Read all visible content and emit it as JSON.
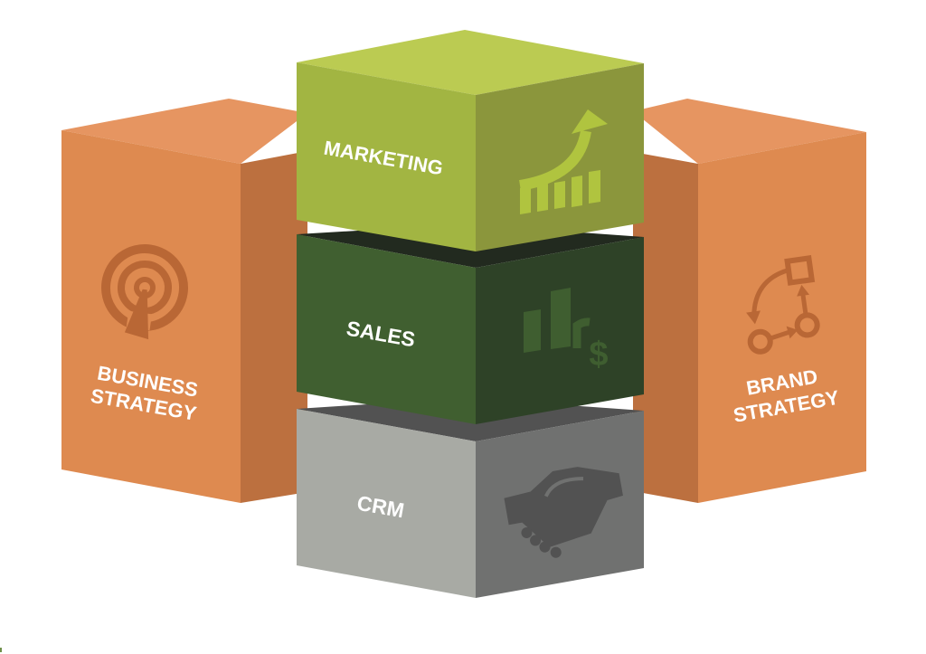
{
  "diagram": {
    "colors": {
      "orange_front": "#de8a50",
      "orange_top": "#e69561",
      "orange_side": "#bc703f",
      "orange_icon": "#b96735",
      "marketing_front": "#a2b542",
      "marketing_top": "#bbcb52",
      "marketing_side": "#8b963c",
      "marketing_icon": "#b0c43f",
      "sales_front": "#405f30",
      "sales_top": "#222a1f",
      "sales_side": "#2e4227",
      "sales_icon": "#3f5e30",
      "crm_front": "#a8aaa4",
      "crm_top": "#525252",
      "crm_side": "#707170",
      "crm_icon": "#525252",
      "text": "#ffffff"
    },
    "blocks": [
      {
        "id": "business-strategy",
        "lines": [
          "BUSINESS",
          "STRATEGY"
        ],
        "icon": "target-antenna-icon"
      },
      {
        "id": "marketing",
        "lines": [
          "MARKETING"
        ],
        "icon": "growth-chart-icon"
      },
      {
        "id": "sales",
        "lines": [
          "SALES"
        ],
        "icon": "bar-chart-dollar-icon"
      },
      {
        "id": "crm",
        "lines": [
          "CRM"
        ],
        "icon": "handshake-icon"
      },
      {
        "id": "brand-strategy",
        "lines": [
          "BRAND",
          "STRATEGY"
        ],
        "icon": "workflow-icon"
      }
    ]
  }
}
